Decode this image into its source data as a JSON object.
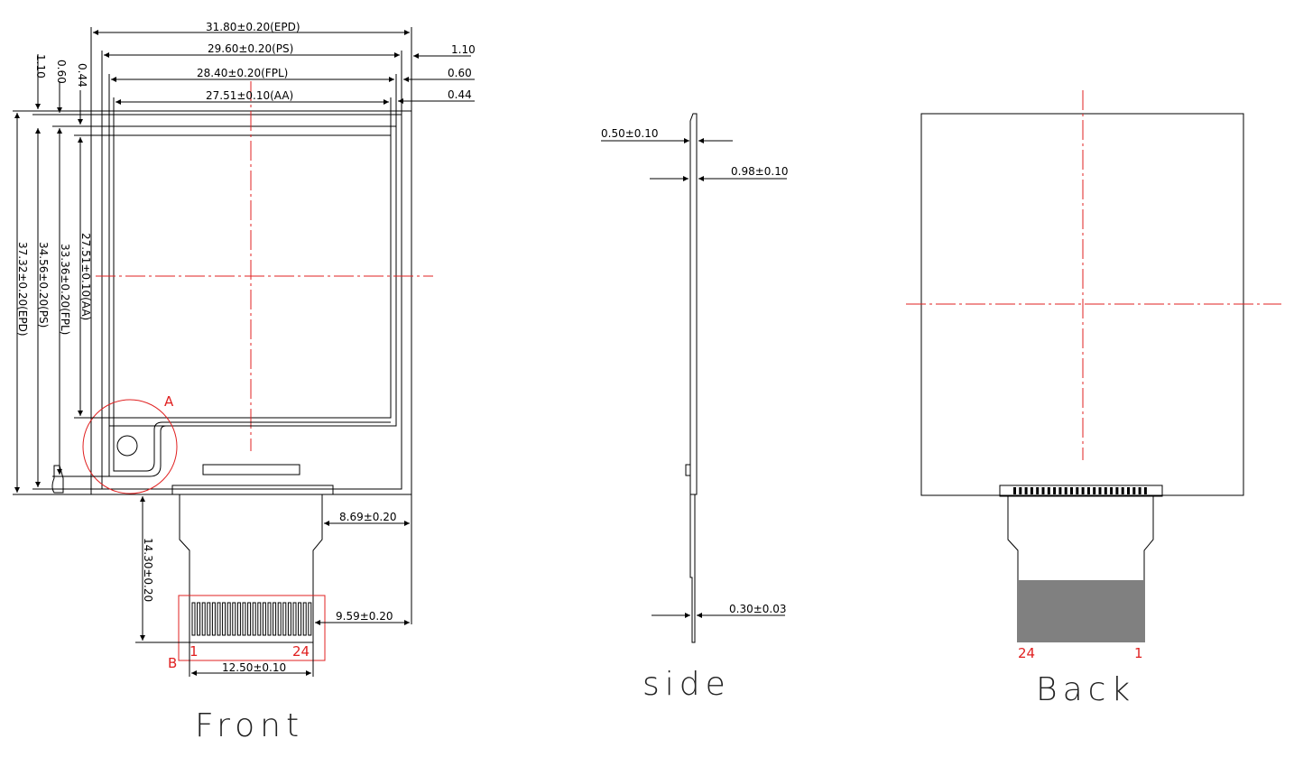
{
  "front": {
    "title": "Front",
    "dims": {
      "epd_width": "31.80±0.20(EPD)",
      "ps_width": "29.60±0.20(PS)",
      "fpl_width": "28.40±0.20(FPL)",
      "aa_width": "27.51±0.10(AA)",
      "right_110": "1.10",
      "right_060": "0.60",
      "right_044": "0.44",
      "left_110": "1.10",
      "left_060": "0.60",
      "left_044": "0.44",
      "epd_height": "37.32±0.20(EPD)",
      "ps_height": "34.56±0.20(PS)",
      "fpl_height": "33.36±0.20(FPL)",
      "aa_height": "27.51±0.10(AA)",
      "fpc_length": "14.30±0.20",
      "fpc_offset_869": "8.69±0.20",
      "fpc_offset_959": "9.59±0.20",
      "pad_width": "12.50±0.10"
    },
    "detail_a": "A",
    "detail_b": "B",
    "pin_first": "1",
    "pin_last": "24"
  },
  "side": {
    "title": "side",
    "dims": {
      "t050": "0.50±0.10",
      "t098": "0.98±0.10",
      "t030": "0.30±0.03"
    }
  },
  "back": {
    "title": "Back",
    "pin_first": "24",
    "pin_last": "1"
  },
  "colors": {
    "line": "#000000",
    "annotation": "#e02020",
    "stiffener": "#808080"
  }
}
